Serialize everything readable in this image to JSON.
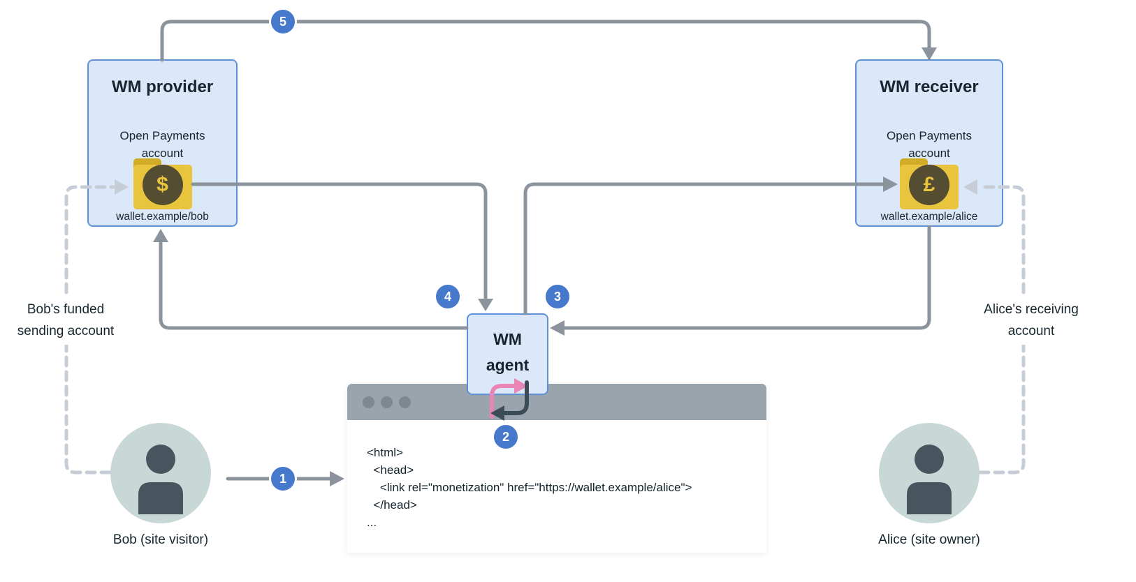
{
  "provider": {
    "title": "WM provider",
    "account_line1": "Open Payments",
    "account_line2": "account",
    "wallet_address": "wallet.example/bob",
    "currency_symbol": "$"
  },
  "receiver": {
    "title": "WM receiver",
    "account_line1": "Open Payments",
    "account_line2": "account",
    "wallet_address": "wallet.example/alice",
    "currency_symbol": "£"
  },
  "agent": {
    "title_line1": "WM",
    "title_line2": "agent"
  },
  "steps": [
    "1",
    "2",
    "3",
    "4",
    "5"
  ],
  "notes": {
    "bob_line1": "Bob's funded",
    "bob_line2": "sending account",
    "alice_line1": "Alice's receiving",
    "alice_line2": "account"
  },
  "people": {
    "bob_label": "Bob (site visitor)",
    "alice_label": "Alice (site owner)"
  },
  "browser_code": {
    "line1": "<html>",
    "line2": "  <head>",
    "line3": "    <link rel=\"monetization\" href=\"https://wallet.example/alice\">",
    "line4": "  </head>",
    "line5": "..."
  },
  "colors": {
    "box_fill": "#dbe8fa",
    "box_border": "#5f8fd6",
    "badge_blue": "#4678cb",
    "arrow_gray": "#8b949c",
    "dashed_gray": "#c6cdd6",
    "folder_gold": "#e9c53d",
    "coin_dark": "#554d31",
    "accent_pink": "#e986b5",
    "accent_dark": "#3c4c57",
    "avatar_bg": "#c8d8d6",
    "avatar_person": "#47565e"
  }
}
